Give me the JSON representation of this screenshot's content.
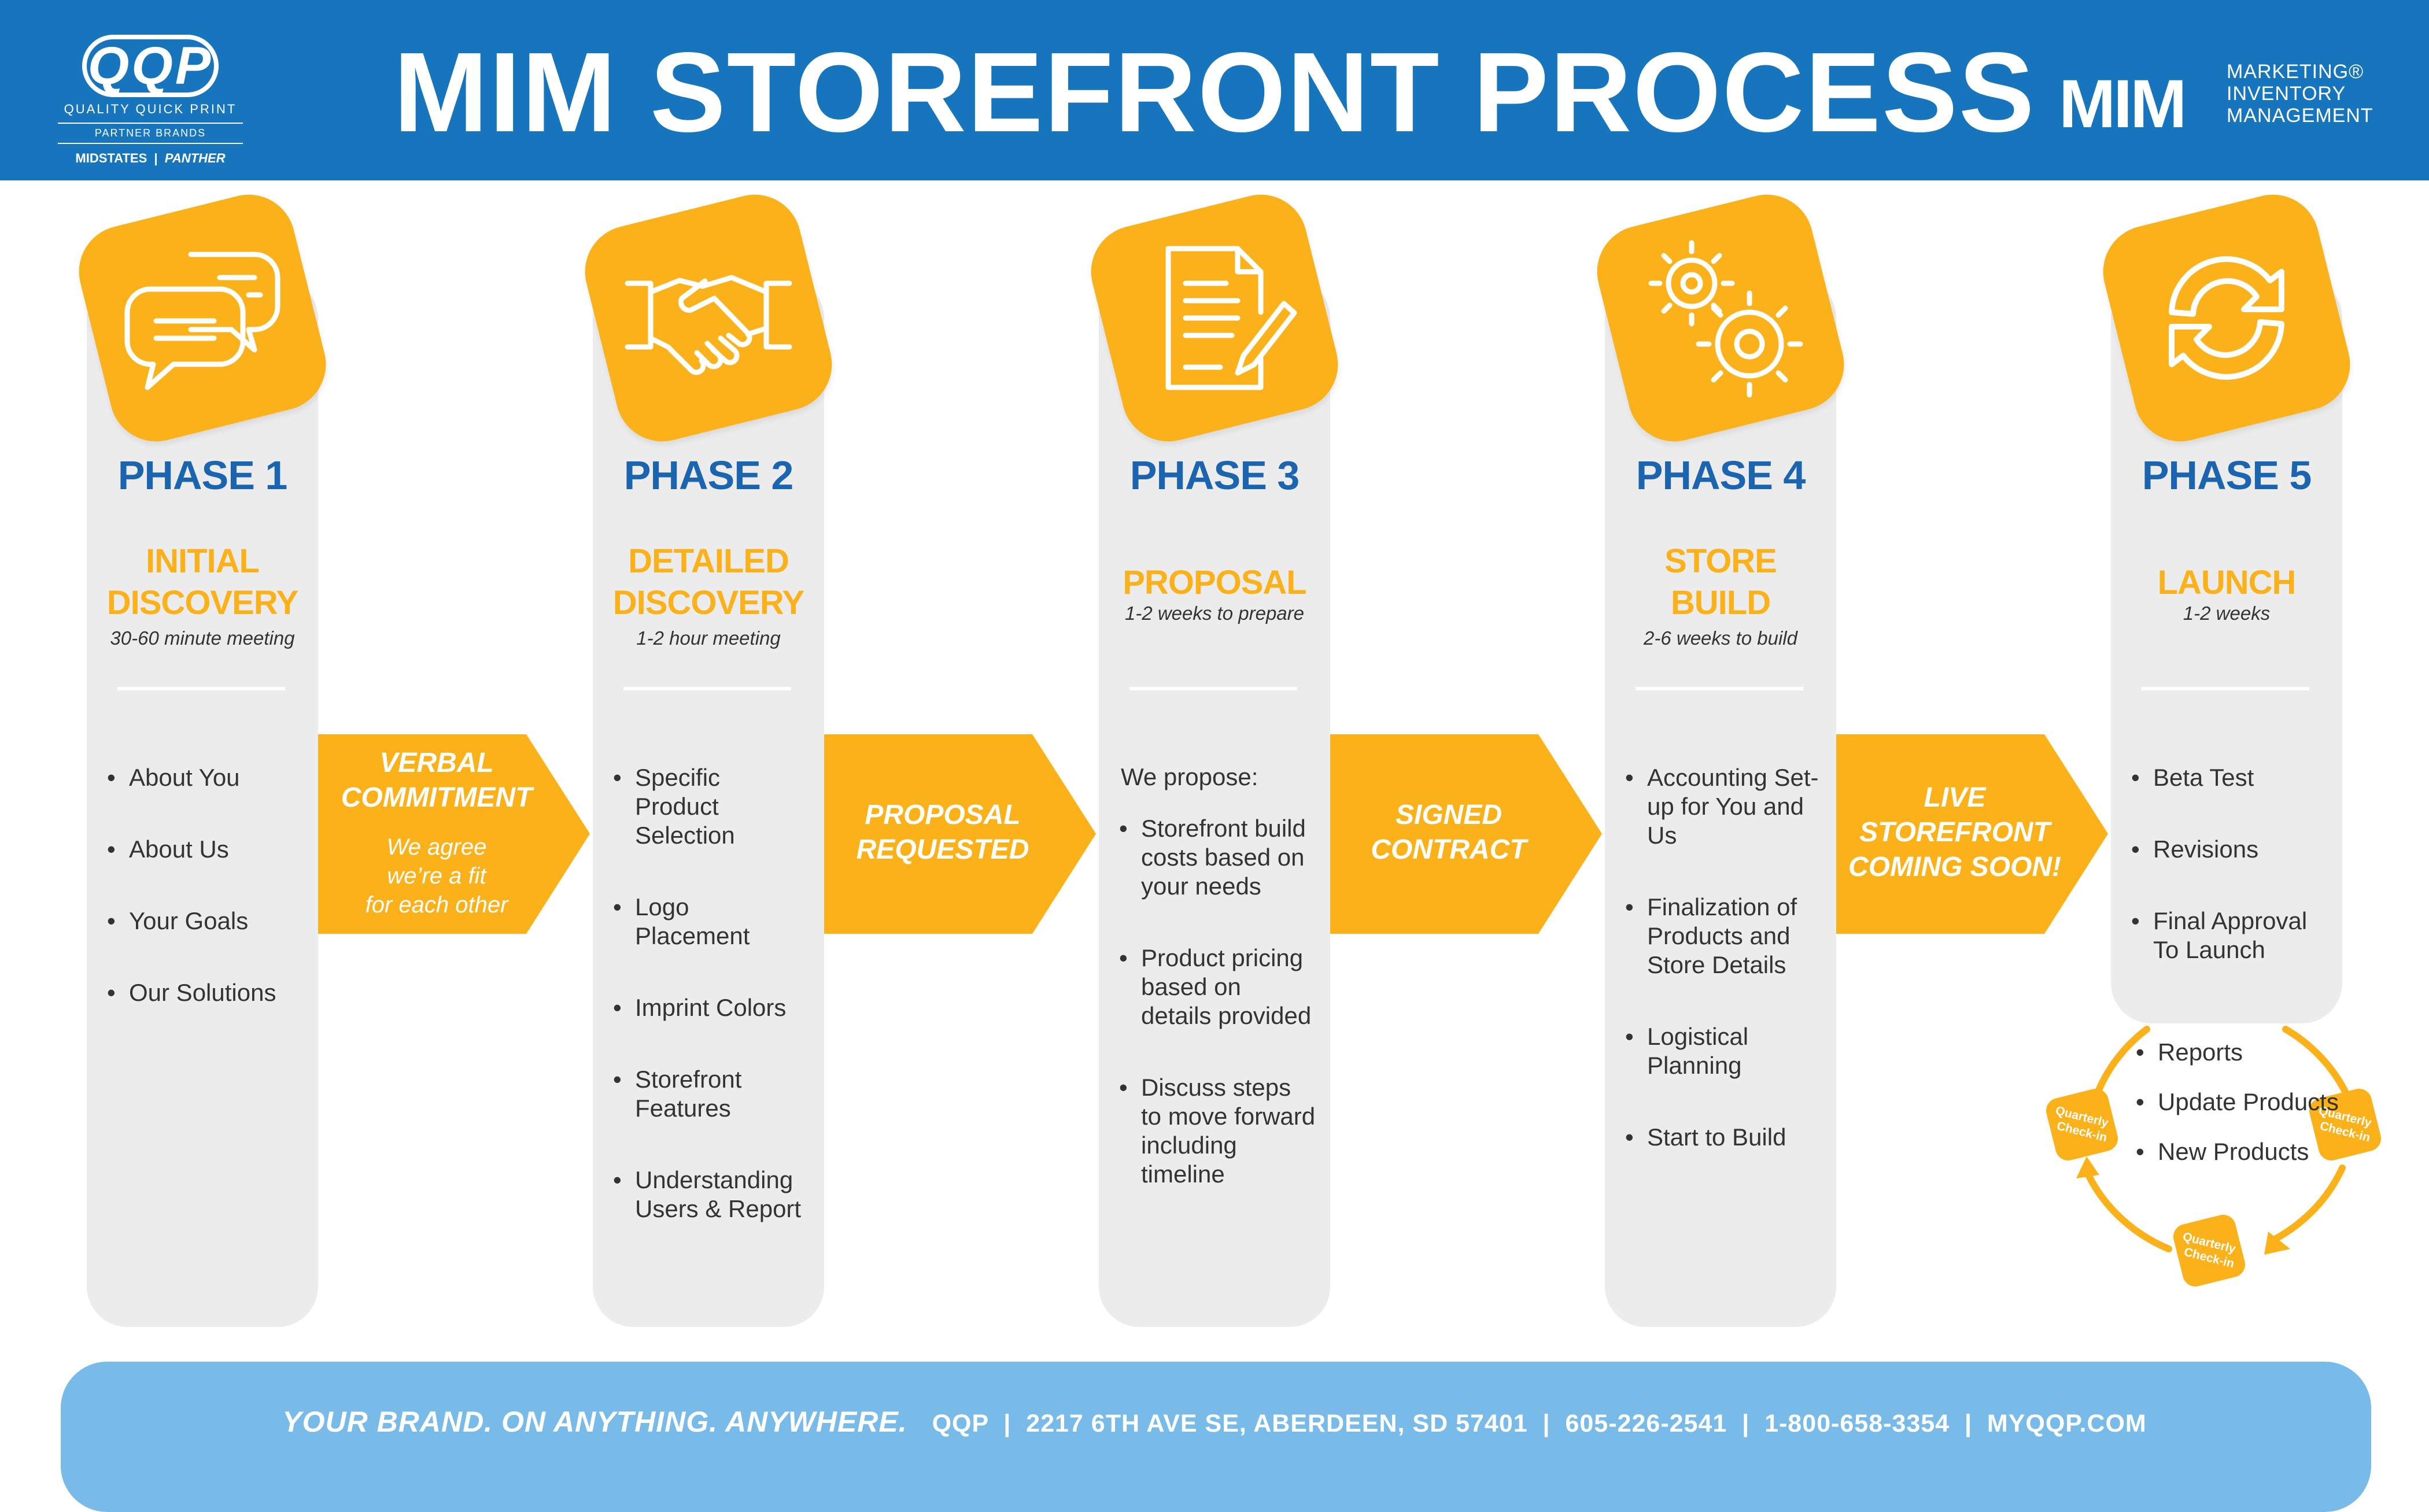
{
  "header": {
    "title": "MIM STOREFRONT PROCESS",
    "qqp_logo": {
      "mark": "QQP",
      "subtitle": "QUALITY QUICK PRINT",
      "partner_label": "PARTNER BRANDS",
      "partners": [
        "MIDSTATES",
        "PANTHER"
      ]
    },
    "mim_logo": {
      "mark": "MIM",
      "line1": "MARKETING®",
      "line2": "INVENTORY",
      "line3": "MANAGEMENT"
    }
  },
  "phases": [
    {
      "label": "PHASE 1",
      "name1": "INITIAL",
      "name2": "DISCOVERY",
      "sub": "30-60 minute meeting",
      "bullets": [
        "About You",
        "About Us",
        "Your Goals",
        "Our Solutions"
      ],
      "icon": "chat-bubbles-icon"
    },
    {
      "label": "PHASE 2",
      "name1": "DETAILED",
      "name2": "DISCOVERY",
      "sub": "1-2 hour meeting",
      "bullets": [
        "Specific Product Selection",
        "Logo Placement",
        "Imprint Colors",
        "Storefront Features",
        "Understanding Users & Report"
      ],
      "icon": "handshake-icon"
    },
    {
      "label": "PHASE 3",
      "name1": "PROPOSAL",
      "sub": "1-2 weeks to prepare",
      "intro": "We propose:",
      "bullets": [
        "Storefront build costs based on your needs",
        "Product pricing based on details provided",
        "Discuss steps to move forward including timeline"
      ],
      "icon": "document-pen-icon"
    },
    {
      "label": "PHASE 4",
      "name1": "STORE",
      "name2": "BUILD",
      "sub": "2-6 weeks to build",
      "bullets": [
        "Accounting Set-up for You and Us",
        "Finalization of Products and Store Details",
        "Logistical Planning",
        "Start to Build"
      ],
      "icon": "gears-icon"
    },
    {
      "label": "PHASE 5",
      "name1": "LAUNCH",
      "sub": "1-2 weeks",
      "bullets": [
        "Beta Test",
        "Revisions",
        "Final Approval To Launch"
      ],
      "icon": "refresh-icon"
    }
  ],
  "arrows": [
    {
      "line1": "VERBAL",
      "line2": "COMMITMENT",
      "sub": [
        "We agree",
        "we’re a fit",
        "for each other"
      ]
    },
    {
      "line1": "PROPOSAL",
      "line2": "REQUESTED"
    },
    {
      "line1": "SIGNED",
      "line2": "CONTRACT"
    },
    {
      "line1": "LIVE",
      "line2": "STOREFRONT",
      "line3": "COMING SOON!"
    }
  ],
  "cycle": {
    "badge": [
      "Quarterly",
      "Check-in"
    ],
    "items": [
      "Reports",
      "Update Products",
      "New Products"
    ]
  },
  "footer": {
    "tagline": "YOUR BRAND. ON ANYTHING. ANYWHERE.",
    "details": "QQP  |  2217 6TH AVE SE, ABERDEEN, SD 57401  |  605-226-2541  |  1-800-658-3354  |  MYQQP.COM"
  },
  "colors": {
    "blue": "#1675bd",
    "phase_blue": "#1b65b0",
    "yellow": "#fbb11a",
    "light_blue": "#79bbe8",
    "column_gray": "#ececec"
  }
}
